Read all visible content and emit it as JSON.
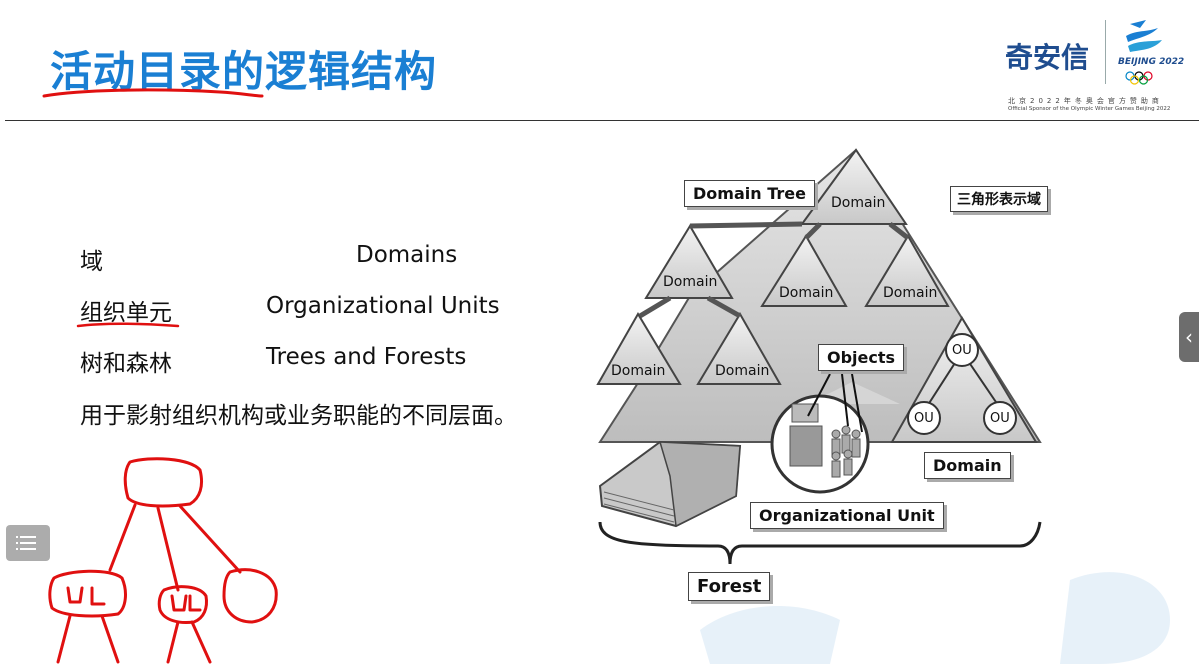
{
  "slide": {
    "title": "活动目录的逻辑结构",
    "brand": {
      "name": "奇安信",
      "beijing": "BEIJING 2022",
      "sponsor_cn": "北京2022年冬奥会官方赞助商",
      "sponsor_en": "Official Sponsor of the Olympic Winter Games Beijing 2022"
    },
    "rows": [
      {
        "cn": "域",
        "en": "Domains"
      },
      {
        "cn": "组织单元",
        "en": "Organizational Units"
      },
      {
        "cn": "树和森林",
        "en": "Trees and Forests"
      }
    ],
    "note": "用于影射组织机构或业务职能的不同层面。"
  },
  "diagram": {
    "domain_tree": "Domain Tree",
    "triangle_legend": "三角形表示域",
    "domain": "Domain",
    "objects": "Objects",
    "ou": "OU",
    "organizational_unit": "Organizational Unit",
    "forest": "Forest"
  },
  "ui": {
    "side_handle": "‹"
  },
  "colors": {
    "title": "#1a7fd3",
    "annotation": "#e01010",
    "diagram_gray": "#c8c8c8"
  }
}
